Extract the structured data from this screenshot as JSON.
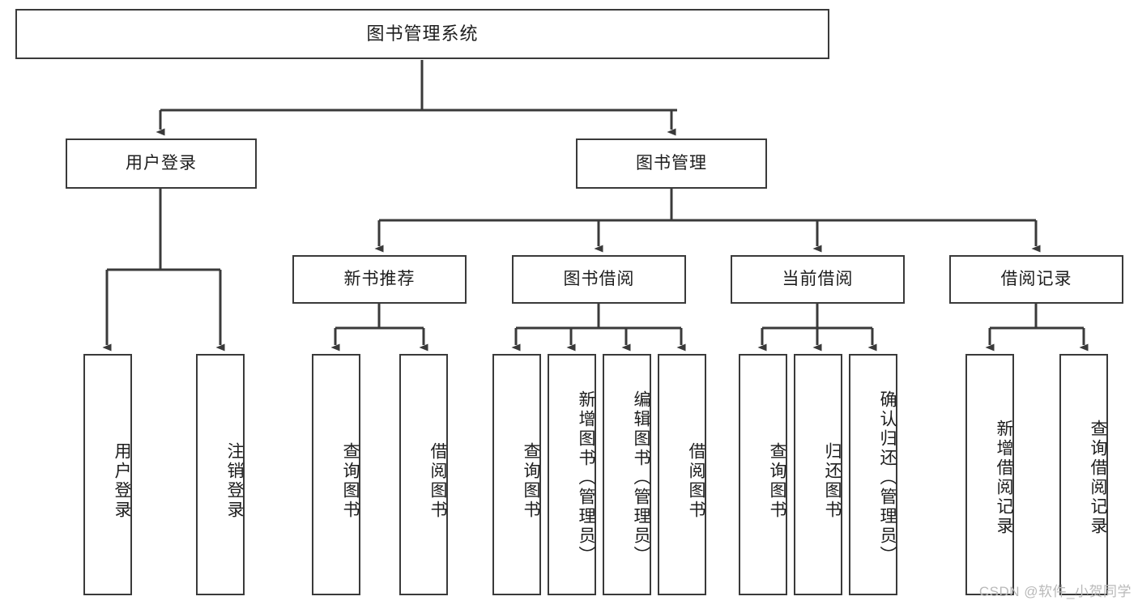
{
  "diagram": {
    "type": "tree",
    "title": "图书管理系统",
    "watermark": "CSDN @软件_小贺同学",
    "colors": {
      "box_border": "#3a3a3a",
      "box_fill": "#ffffff",
      "connector": "#3a3a3a",
      "text": "#1d1d1d",
      "watermark": "#b9b9b9",
      "background": "#ffffff"
    },
    "levels": {
      "level1_label": "图书管理系统",
      "level2": [
        "用户登录",
        "图书管理"
      ],
      "level3": [
        "新书推荐",
        "图书借阅",
        "当前借阅",
        "借阅记录"
      ]
    },
    "nodes": {
      "root": {
        "label": "图书管理系统"
      },
      "user_login": {
        "label": "用户登录"
      },
      "book_manage": {
        "label": "图书管理"
      },
      "new_book_rec": {
        "label": "新书推荐"
      },
      "book_borrow": {
        "label": "图书借阅"
      },
      "current_borrow": {
        "label": "当前借阅"
      },
      "borrow_record": {
        "label": "借阅记录"
      },
      "leaf_user_login": {
        "label": "用户登录"
      },
      "leaf_user_logout": {
        "label": "注销登录"
      },
      "leaf_rec_query": {
        "label": "查询图书"
      },
      "leaf_rec_borrow": {
        "label": "借阅图书"
      },
      "leaf_borrow_query": {
        "label": "查询图书"
      },
      "leaf_borrow_add": {
        "label": "新增图书（管理员）"
      },
      "leaf_borrow_edit": {
        "label": "编辑图书（管理员）"
      },
      "leaf_borrow_do": {
        "label": "借阅图书"
      },
      "leaf_cur_query": {
        "label": "查询图书"
      },
      "leaf_cur_return": {
        "label": "归还图书"
      },
      "leaf_cur_confirm": {
        "label": "确认归还（管理员）"
      },
      "leaf_rec_add": {
        "label": "新增借阅记录"
      },
      "leaf_rec_search": {
        "label": "查询借阅记录"
      }
    },
    "edges": [
      {
        "from": "图书管理系统",
        "to": "用户登录"
      },
      {
        "from": "图书管理系统",
        "to": "图书管理"
      },
      {
        "from": "用户登录",
        "to": "用户登录"
      },
      {
        "from": "用户登录",
        "to": "注销登录"
      },
      {
        "from": "图书管理",
        "to": "新书推荐"
      },
      {
        "from": "图书管理",
        "to": "图书借阅"
      },
      {
        "from": "图书管理",
        "to": "当前借阅"
      },
      {
        "from": "图书管理",
        "to": "借阅记录"
      },
      {
        "from": "新书推荐",
        "to": "查询图书"
      },
      {
        "from": "新书推荐",
        "to": "借阅图书"
      },
      {
        "from": "图书借阅",
        "to": "查询图书"
      },
      {
        "from": "图书借阅",
        "to": "新增图书（管理员）"
      },
      {
        "from": "图书借阅",
        "to": "编辑图书（管理员）"
      },
      {
        "from": "图书借阅",
        "to": "借阅图书"
      },
      {
        "from": "当前借阅",
        "to": "查询图书"
      },
      {
        "from": "当前借阅",
        "to": "归还图书"
      },
      {
        "from": "当前借阅",
        "to": "确认归还（管理员）"
      },
      {
        "from": "借阅记录",
        "to": "新增借阅记录"
      },
      {
        "from": "借阅记录",
        "to": "查询借阅记录"
      }
    ]
  }
}
